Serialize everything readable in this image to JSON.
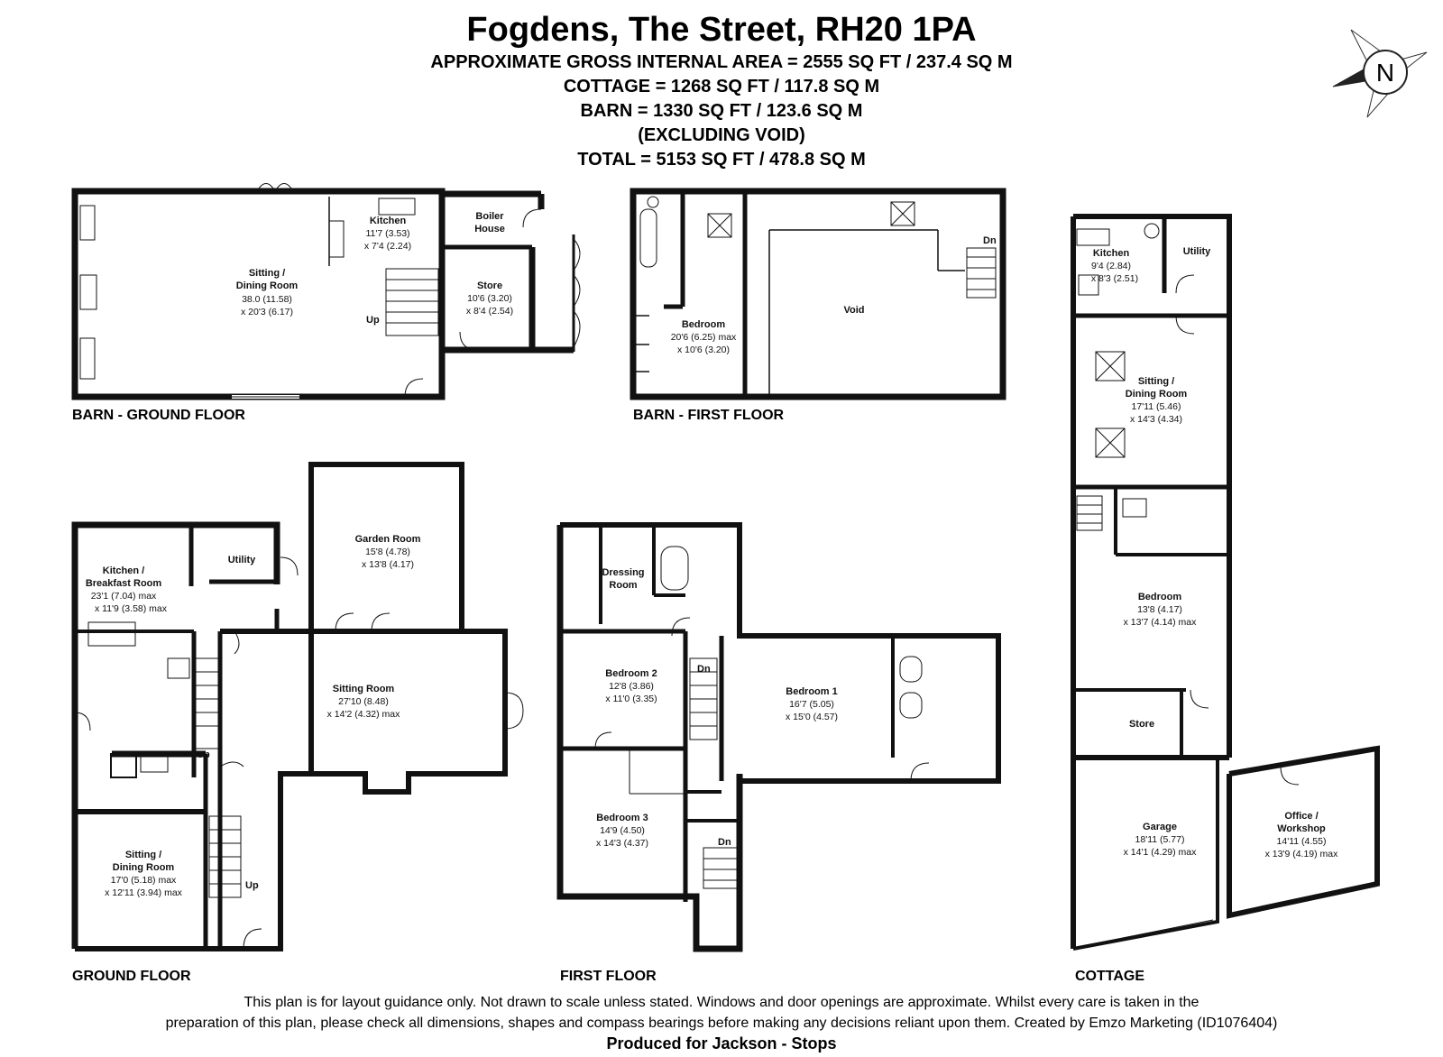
{
  "header": {
    "title": "Fogdens, The Street, RH20 1PA",
    "lines": [
      "APPROXIMATE GROSS INTERNAL AREA = 2555 SQ FT / 237.4 SQ M",
      "COTTAGE = 1268 SQ FT / 117.8 SQ M",
      "BARN = 1330 SQ FT / 123.6 SQ M",
      "(EXCLUDING VOID)",
      "TOTAL = 5153 SQ FT / 478.8 SQ M"
    ],
    "compass_letter": "N"
  },
  "sections": {
    "barn_ground": "BARN - GROUND FLOOR",
    "barn_first": "BARN - FIRST FLOOR",
    "ground": "GROUND FLOOR",
    "first": "FIRST FLOOR",
    "cottage": "COTTAGE"
  },
  "rooms": {
    "barn_sitting": {
      "name": [
        "Sitting /",
        "Dining Room"
      ],
      "dims": [
        "38.0 (11.58)",
        "x 20'3 (6.17)"
      ]
    },
    "barn_kitchen": {
      "name": [
        "Kitchen"
      ],
      "dims": [
        "11'7 (3.53)",
        "x 7'4 (2.24)"
      ]
    },
    "boiler_house": {
      "name": [
        "Boiler",
        "House"
      ],
      "dims": []
    },
    "barn_store": {
      "name": [
        "Store"
      ],
      "dims": [
        "10'6 (3.20)",
        "x 8'4 (2.54)"
      ]
    },
    "barn_bedroom": {
      "name": [
        "Bedroom"
      ],
      "dims": [
        "20'6 (6.25) max",
        "x 10'6 (3.20)"
      ]
    },
    "void": {
      "name": [
        "Void"
      ],
      "dims": []
    },
    "kitchen_breakfast": {
      "name": [
        "Kitchen /",
        "Breakfast Room"
      ],
      "dims": [
        "23'1 (7.04) max",
        "x 11'9 (3.58) max"
      ]
    },
    "utility": {
      "name": [
        "Utility"
      ],
      "dims": []
    },
    "garden_room": {
      "name": [
        "Garden Room"
      ],
      "dims": [
        "15'8 (4.78)",
        "x 13'8 (4.17)"
      ]
    },
    "sitting_room": {
      "name": [
        "Sitting Room"
      ],
      "dims": [
        "27'10 (8.48)",
        "x 14'2 (4.32) max"
      ]
    },
    "gf_sitting_dining": {
      "name": [
        "Sitting /",
        "Dining Room"
      ],
      "dims": [
        "17'0 (5.18) max",
        "x 12'11 (3.94) max"
      ]
    },
    "dressing_room": {
      "name": [
        "Dressing",
        "Room"
      ],
      "dims": []
    },
    "bedroom2": {
      "name": [
        "Bedroom 2"
      ],
      "dims": [
        "12'8 (3.86)",
        "x 11'0 (3.35)"
      ]
    },
    "bedroom1": {
      "name": [
        "Bedroom 1"
      ],
      "dims": [
        "16'7 (5.05)",
        "x 15'0 (4.57)"
      ]
    },
    "bedroom3": {
      "name": [
        "Bedroom 3"
      ],
      "dims": [
        "14'9 (4.50)",
        "x 14'3 (4.37)"
      ]
    },
    "cottage_kitchen": {
      "name": [
        "Kitchen"
      ],
      "dims": [
        "9'4 (2.84)",
        "x 8'3 (2.51)"
      ]
    },
    "cottage_utility": {
      "name": [
        "Utility"
      ],
      "dims": []
    },
    "cottage_sitting": {
      "name": [
        "Sitting /",
        "Dining Room"
      ],
      "dims": [
        "17'11 (5.46)",
        "x 14'3 (4.34)"
      ]
    },
    "cottage_bedroom": {
      "name": [
        "Bedroom"
      ],
      "dims": [
        "13'8 (4.17)",
        "x 13'7 (4.14) max"
      ]
    },
    "cottage_store": {
      "name": [
        "Store"
      ],
      "dims": []
    },
    "garage": {
      "name": [
        "Garage"
      ],
      "dims": [
        "18'11 (5.77)",
        "x 14'1 (4.29) max"
      ]
    },
    "office": {
      "name": [
        "Office /",
        "Workshop"
      ],
      "dims": [
        "14'11 (4.55)",
        "x 13'9 (4.19) max"
      ]
    }
  },
  "stair_labels": {
    "up": "Up",
    "dn": "Dn"
  },
  "footer": {
    "line1": "This plan is for layout guidance only. Not drawn to scale unless stated. Windows and door openings are approximate. Whilst every care is taken in the",
    "line2": "preparation of this plan, please check all dimensions, shapes and compass bearings before making any decisions reliant upon them. Created by Emzo Marketing (ID1076404)",
    "credit": "Produced for Jackson - Stops"
  }
}
